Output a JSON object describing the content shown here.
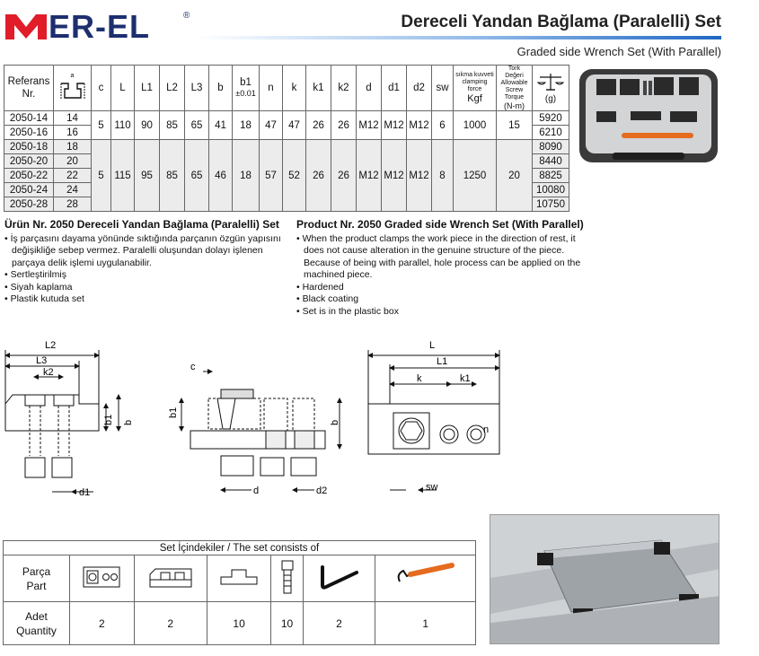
{
  "brand": {
    "name": "ER-EL",
    "registered": "®",
    "colors": {
      "red": "#e11d2a",
      "navy": "#1d2f6f",
      "blue": "#1f67c4"
    }
  },
  "title": {
    "tr": "Dereceli Yandan Bağlama (Paralelli) Set",
    "en": "Graded side Wrench Set (With Parallel)"
  },
  "spec_table": {
    "headers": {
      "ref": [
        "Referans",
        "Nr."
      ],
      "a": "a",
      "c": "c",
      "L": "L",
      "L1": "L1",
      "L2": "L2",
      "L3": "L3",
      "b": "b",
      "b1": "b1",
      "b1_tol": "±0.01",
      "n": "n",
      "k": "k",
      "k1": "k1",
      "k2": "k2",
      "d": "d",
      "d1": "d1",
      "d2": "d2",
      "sw": "sw",
      "force": [
        "sıkma kuvveti",
        "clamping force",
        "Kgf"
      ],
      "torque": [
        "Tork",
        "Değeri",
        "Allowable",
        "Screw",
        "Torque",
        "(N-m)"
      ],
      "weight": "(g)"
    },
    "rows": [
      {
        "ref": "2050-14",
        "a": "14",
        "weight": "5920"
      },
      {
        "ref": "2050-16",
        "a": "16",
        "weight": "6210"
      },
      {
        "ref": "2050-18",
        "a": "18",
        "weight": "8090"
      },
      {
        "ref": "2050-20",
        "a": "20",
        "weight": "8440"
      },
      {
        "ref": "2050-22",
        "a": "22",
        "weight": "8825"
      },
      {
        "ref": "2050-24",
        "a": "24",
        "weight": "10080"
      },
      {
        "ref": "2050-28",
        "a": "28",
        "weight": "10750"
      }
    ],
    "group1": {
      "c": "5",
      "L": "110",
      "L1": "90",
      "L2": "85",
      "L3": "65",
      "b": "41",
      "b1": "18",
      "n": "47",
      "k": "47",
      "k1": "26",
      "k2": "26",
      "d": "M12",
      "d1": "M12",
      "d2": "M12",
      "sw": "6",
      "force": "1000",
      "torque": "15"
    },
    "group2": {
      "c": "5",
      "L": "115",
      "L1": "95",
      "L2": "85",
      "L3": "65",
      "b": "46",
      "b1": "18",
      "n": "57",
      "k": "52",
      "k1": "26",
      "k2": "26",
      "d": "M12",
      "d1": "M12",
      "d2": "M12",
      "sw": "8",
      "force": "1250",
      "torque": "20"
    }
  },
  "desc_tr": {
    "heading": "Ürün Nr. 2050 Dereceli Yandan Bağlama (Paralelli) Set",
    "items": [
      "• İş parçasını dayama yönünde sıktığında parçanın özgün yapısını değişikliğe sebep vermez. Paralelli oluşundan dolayı işlenen parçaya delik işlemi uygulanabilir.",
      "• Sertleştirilmiş",
      "• Siyah kaplama",
      "• Plastik kutuda set"
    ]
  },
  "desc_en": {
    "heading": "Product Nr. 2050 Graded side Wrench Set (With Parallel)",
    "items": [
      "• When the product clamps the work piece in the direction of rest, it does not cause alteration in the genuine structure of the piece. Because of being with parallel, hole process can be applied on the machined piece.",
      "• Hardened",
      "• Black coating",
      "• Set is in the plastic box"
    ]
  },
  "drawings": {
    "left": {
      "L2": "L2",
      "L3": "L3",
      "k2": "k2",
      "b1": "b1",
      "b": "b",
      "d1": "d1"
    },
    "middle": {
      "c": "c",
      "b1": "b1",
      "b": "b",
      "d": "d",
      "d2": "d2"
    },
    "right": {
      "L": "L",
      "L1": "L1",
      "k": "k",
      "k1": "k1",
      "n": "n",
      "sw": "sw"
    }
  },
  "parts_table": {
    "caption": "Set İçindekiler / The set consists of",
    "part_label": [
      "Parça",
      "Part"
    ],
    "qty_label": [
      "Adet",
      "Quantity"
    ],
    "items": [
      {
        "icon": "clamp-block-icon",
        "qty": "2"
      },
      {
        "icon": "stepped-block-icon",
        "qty": "2"
      },
      {
        "icon": "t-nut-icon",
        "qty": "10"
      },
      {
        "icon": "socket-screw-icon",
        "qty": "10"
      },
      {
        "icon": "hex-key-icon",
        "qty": "2"
      },
      {
        "icon": "spanner-icon",
        "qty": "1"
      }
    ]
  }
}
